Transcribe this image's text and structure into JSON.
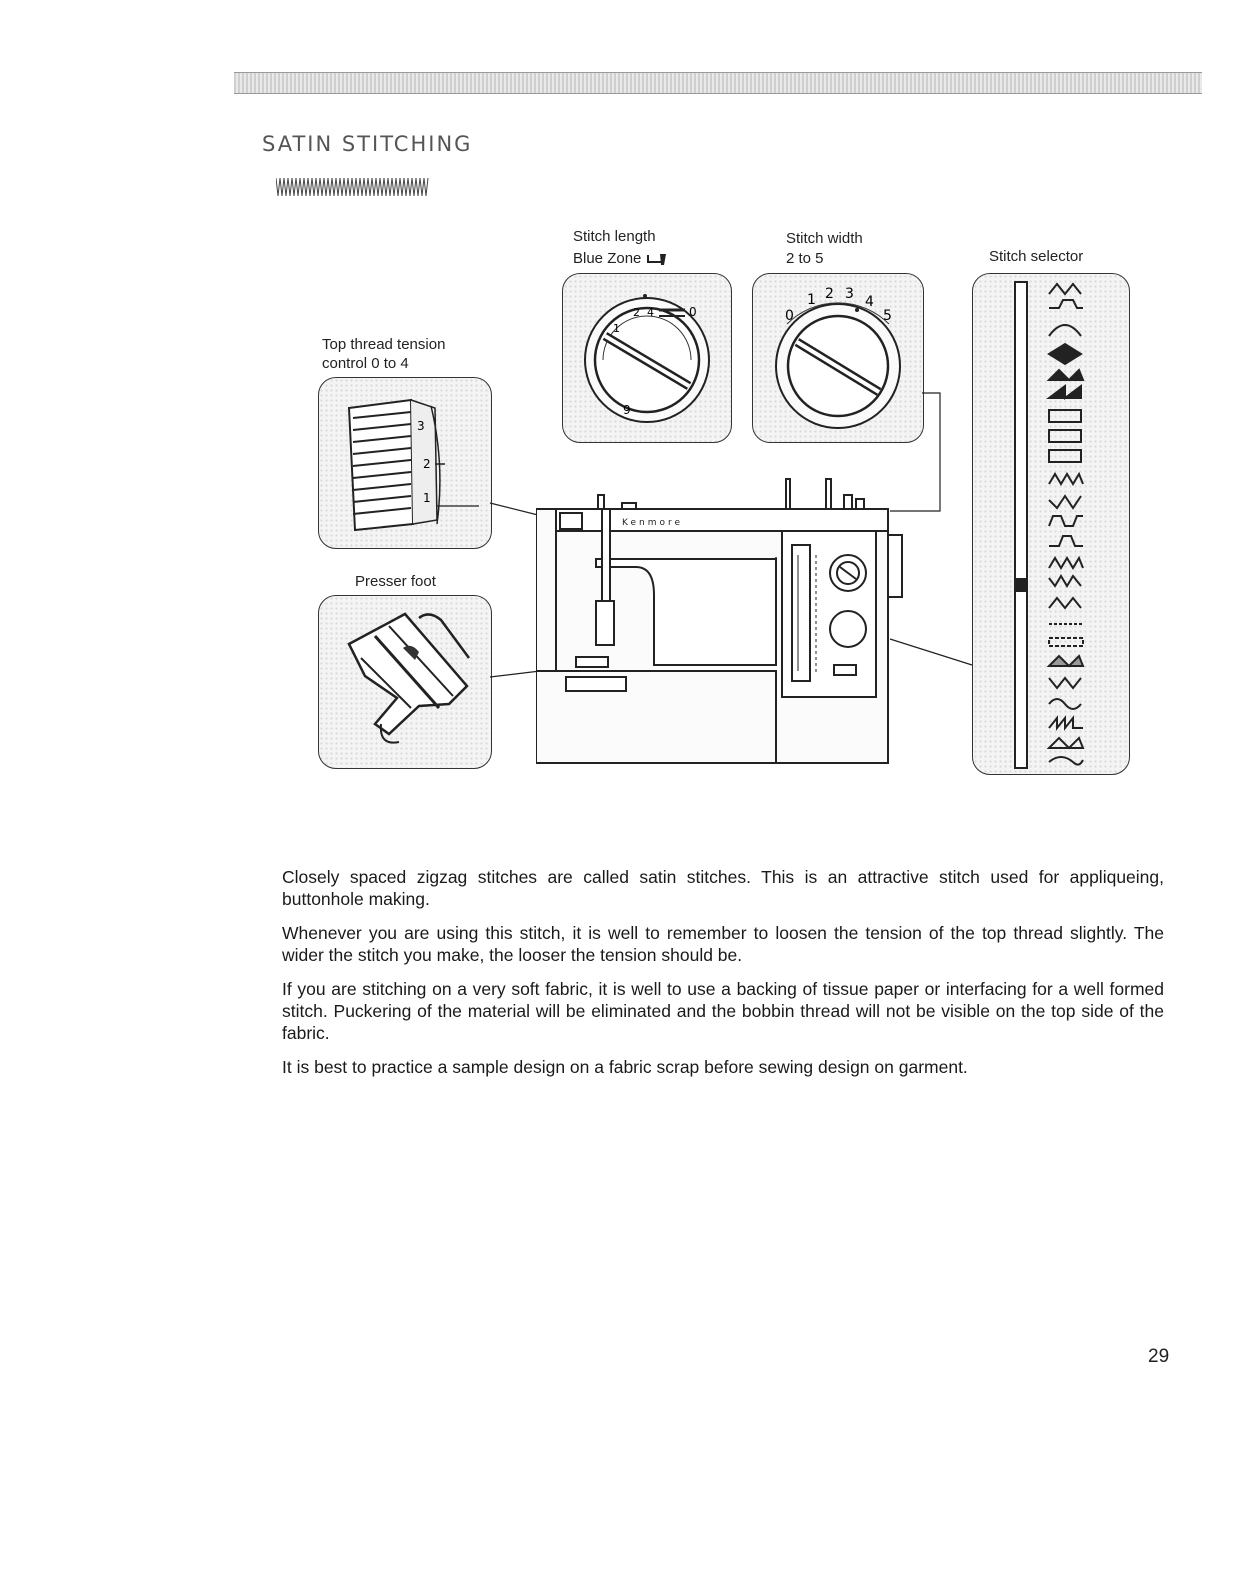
{
  "header": {
    "title": "SATIN STITCHING"
  },
  "diagram": {
    "stitch_length_label": "Stitch length",
    "stitch_length_value": "Blue Zone",
    "stitch_width_label": "Stitch width",
    "stitch_width_value": "2 to 5",
    "stitch_selector_label": "Stitch selector",
    "tension_label_line1": "Top thread tension",
    "tension_label_line2": "control 0 to 4",
    "presser_foot_label": "Presser foot",
    "length_dial_marks": [
      "0",
      "1",
      "2",
      "4",
      "9"
    ],
    "width_dial_marks": [
      "0",
      "1",
      "2",
      "3",
      "4",
      "5"
    ],
    "tension_marks": [
      "3",
      "2",
      "1"
    ],
    "brand": "Kenmore"
  },
  "body": {
    "paragraphs": [
      "Closely spaced zigzag stitches are called satin stitches. This is an attractive stitch used for appliqueing, buttonhole making.",
      "Whenever you are using this stitch, it is well to remember to loosen the tension of the top thread slightly. The wider the stitch you make, the looser the tension should be.",
      "If you are stitching on a very soft fabric, it is well to use a backing of tissue paper or interfacing for a well formed stitch. Puckering of the material will be eliminated and the bobbin thread will not be visible on the top side of the fabric.",
      "It is best to practice a sample design on a fabric scrap before sewing design on garment."
    ]
  },
  "footer": {
    "page_number": "29"
  }
}
